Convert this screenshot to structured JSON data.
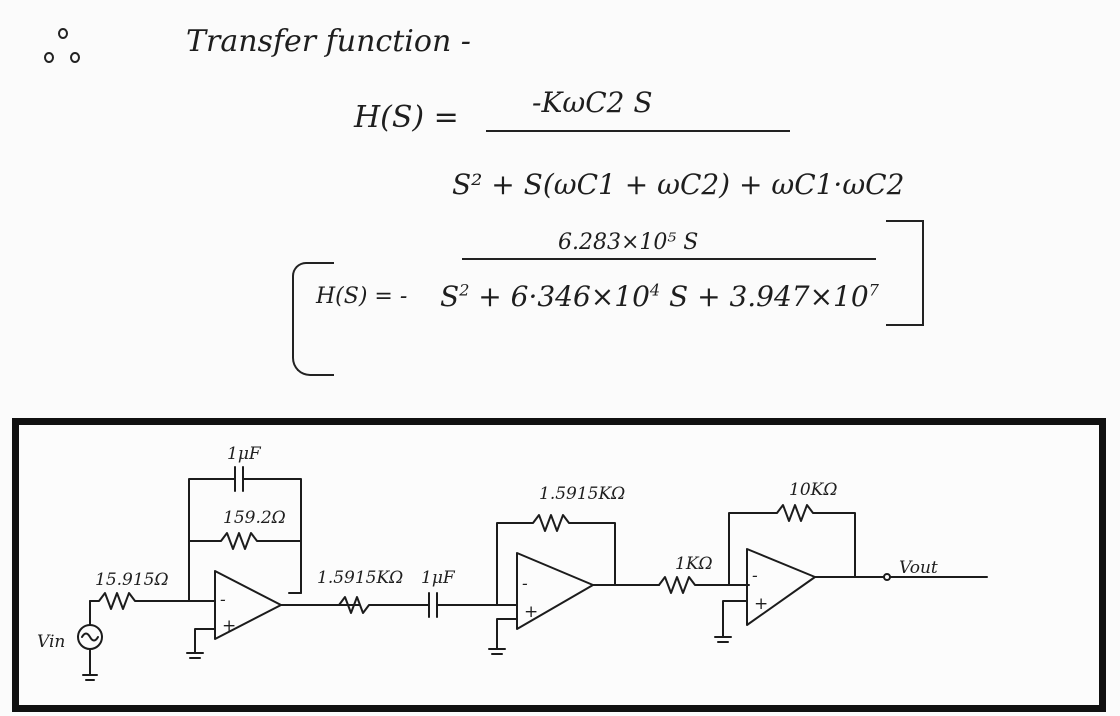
{
  "notes": {
    "heading": "Transfer function -",
    "eq1": {
      "lhs": "H(S)  =",
      "numerator": "-KωC2 S",
      "denominator": "S² + S(ωC1 + ωC2)  + ωC1·ωC2"
    },
    "eq2": {
      "lhs": "H(S)  =  -",
      "numerator": "6.283×10⁵ S",
      "den_s2": "S",
      "den_coef": "+ 6·346×10",
      "den_exp4": "4",
      "den_s": "S",
      "den_const": "+ 3.947×10",
      "den_exp7": "7"
    }
  },
  "circuit": {
    "labels": {
      "cap1": "1μF",
      "res_feedback1": "159.2Ω",
      "res_input": "15.915Ω",
      "vin": "Vin",
      "res_series": "1.5915KΩ",
      "cap2": "1μF",
      "res_feedback2": "1.5915KΩ",
      "res3": "1KΩ",
      "res_feedback3": "10KΩ",
      "vout": "Vout",
      "minus": "-",
      "plus": "+"
    }
  }
}
